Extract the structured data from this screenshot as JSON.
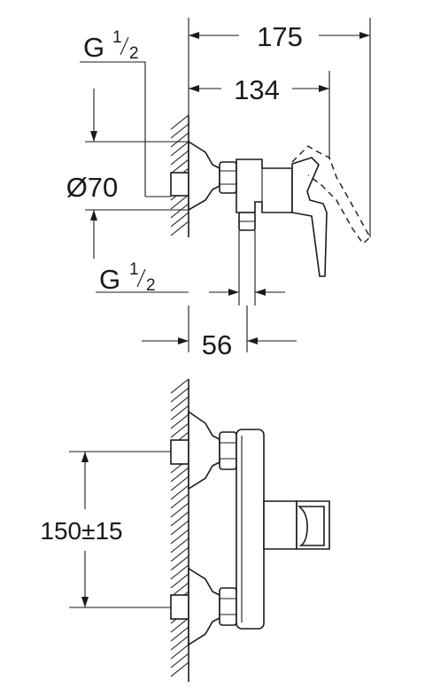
{
  "dimensions": {
    "overall_depth": "175",
    "lever_depth": "134",
    "diameter": "Ø70",
    "top_thread_base": "G",
    "top_thread_num": "1",
    "top_thread_den": "2",
    "bottom_thread_base": "G",
    "bottom_thread_num": "1",
    "bottom_thread_den": "2",
    "outlet_offset": "56",
    "center_distance": "150±15"
  },
  "colors": {
    "line": "#1a1a1a",
    "background": "#ffffff"
  }
}
